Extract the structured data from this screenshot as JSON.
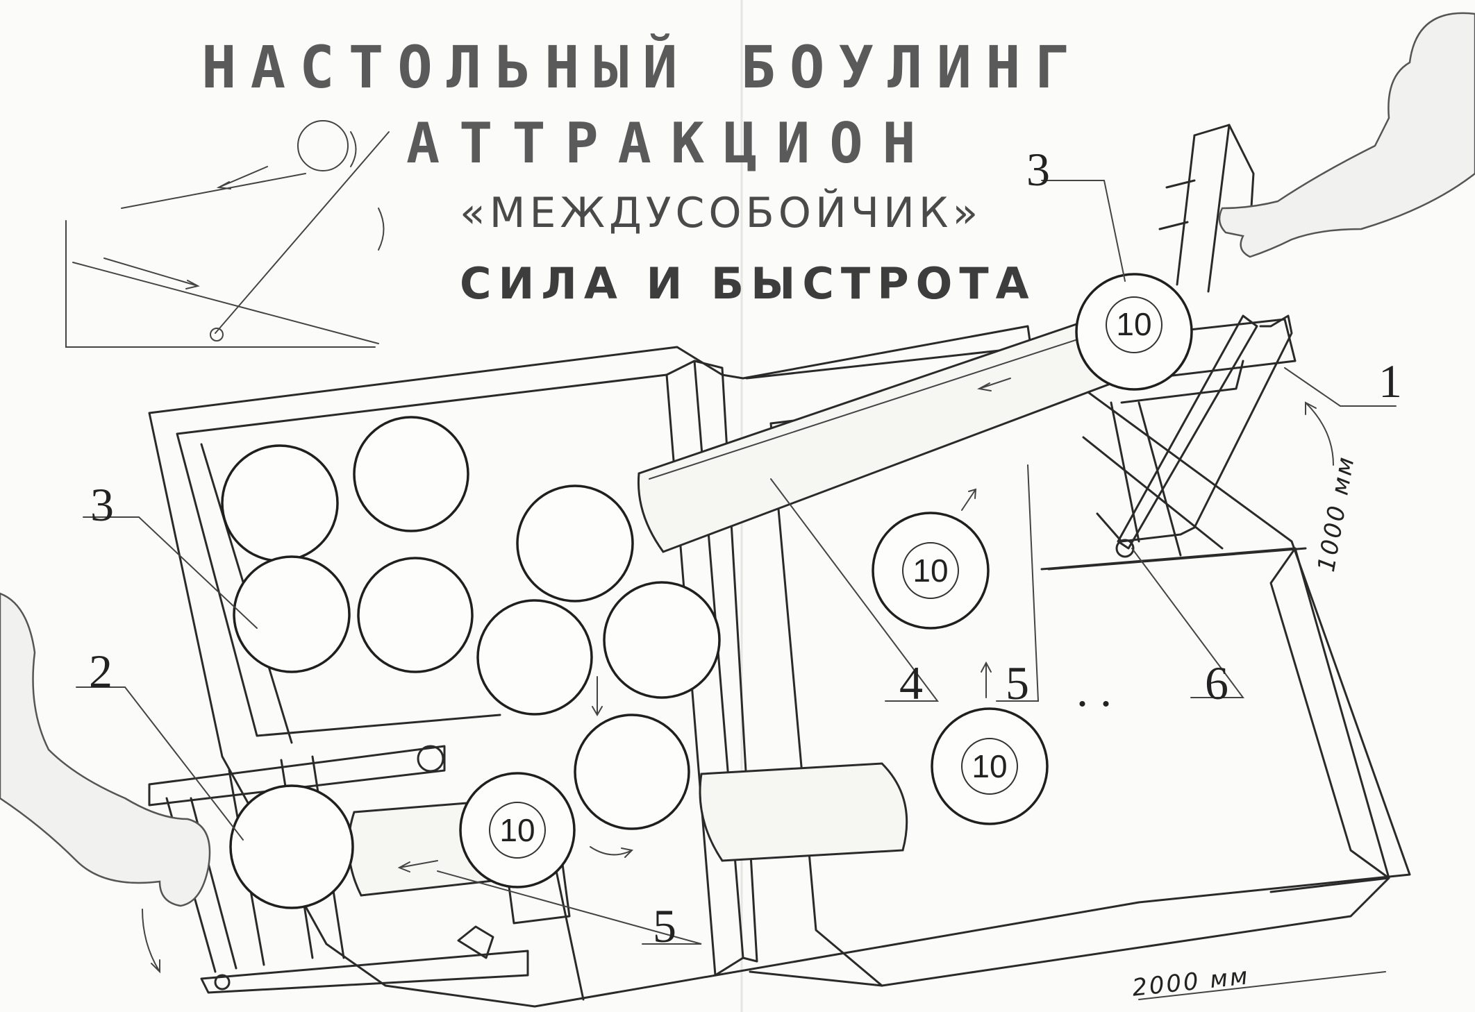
{
  "title": {
    "line1": "НАСТОЛЬНЫЙ БОУЛИНГ",
    "line2": "АТТРАКЦИОН",
    "line3": "«МЕЖДУСОБОЙЧИК»",
    "line4": "СИЛА И БЫСТРОТА"
  },
  "callouts": {
    "c1": "1",
    "c2": "2",
    "c3_top": "3",
    "c3_left": "3",
    "c4": "4",
    "c5_mid": "5",
    "c5_bottom": "5",
    "c6": "6"
  },
  "ball_labels": {
    "top_launcher": "10",
    "center": "10",
    "lower_right": "10",
    "lower_left": "10"
  },
  "dimensions": {
    "width": "2000 мм",
    "depth": "1000 мм"
  },
  "marks": {
    "dots": ". ."
  }
}
